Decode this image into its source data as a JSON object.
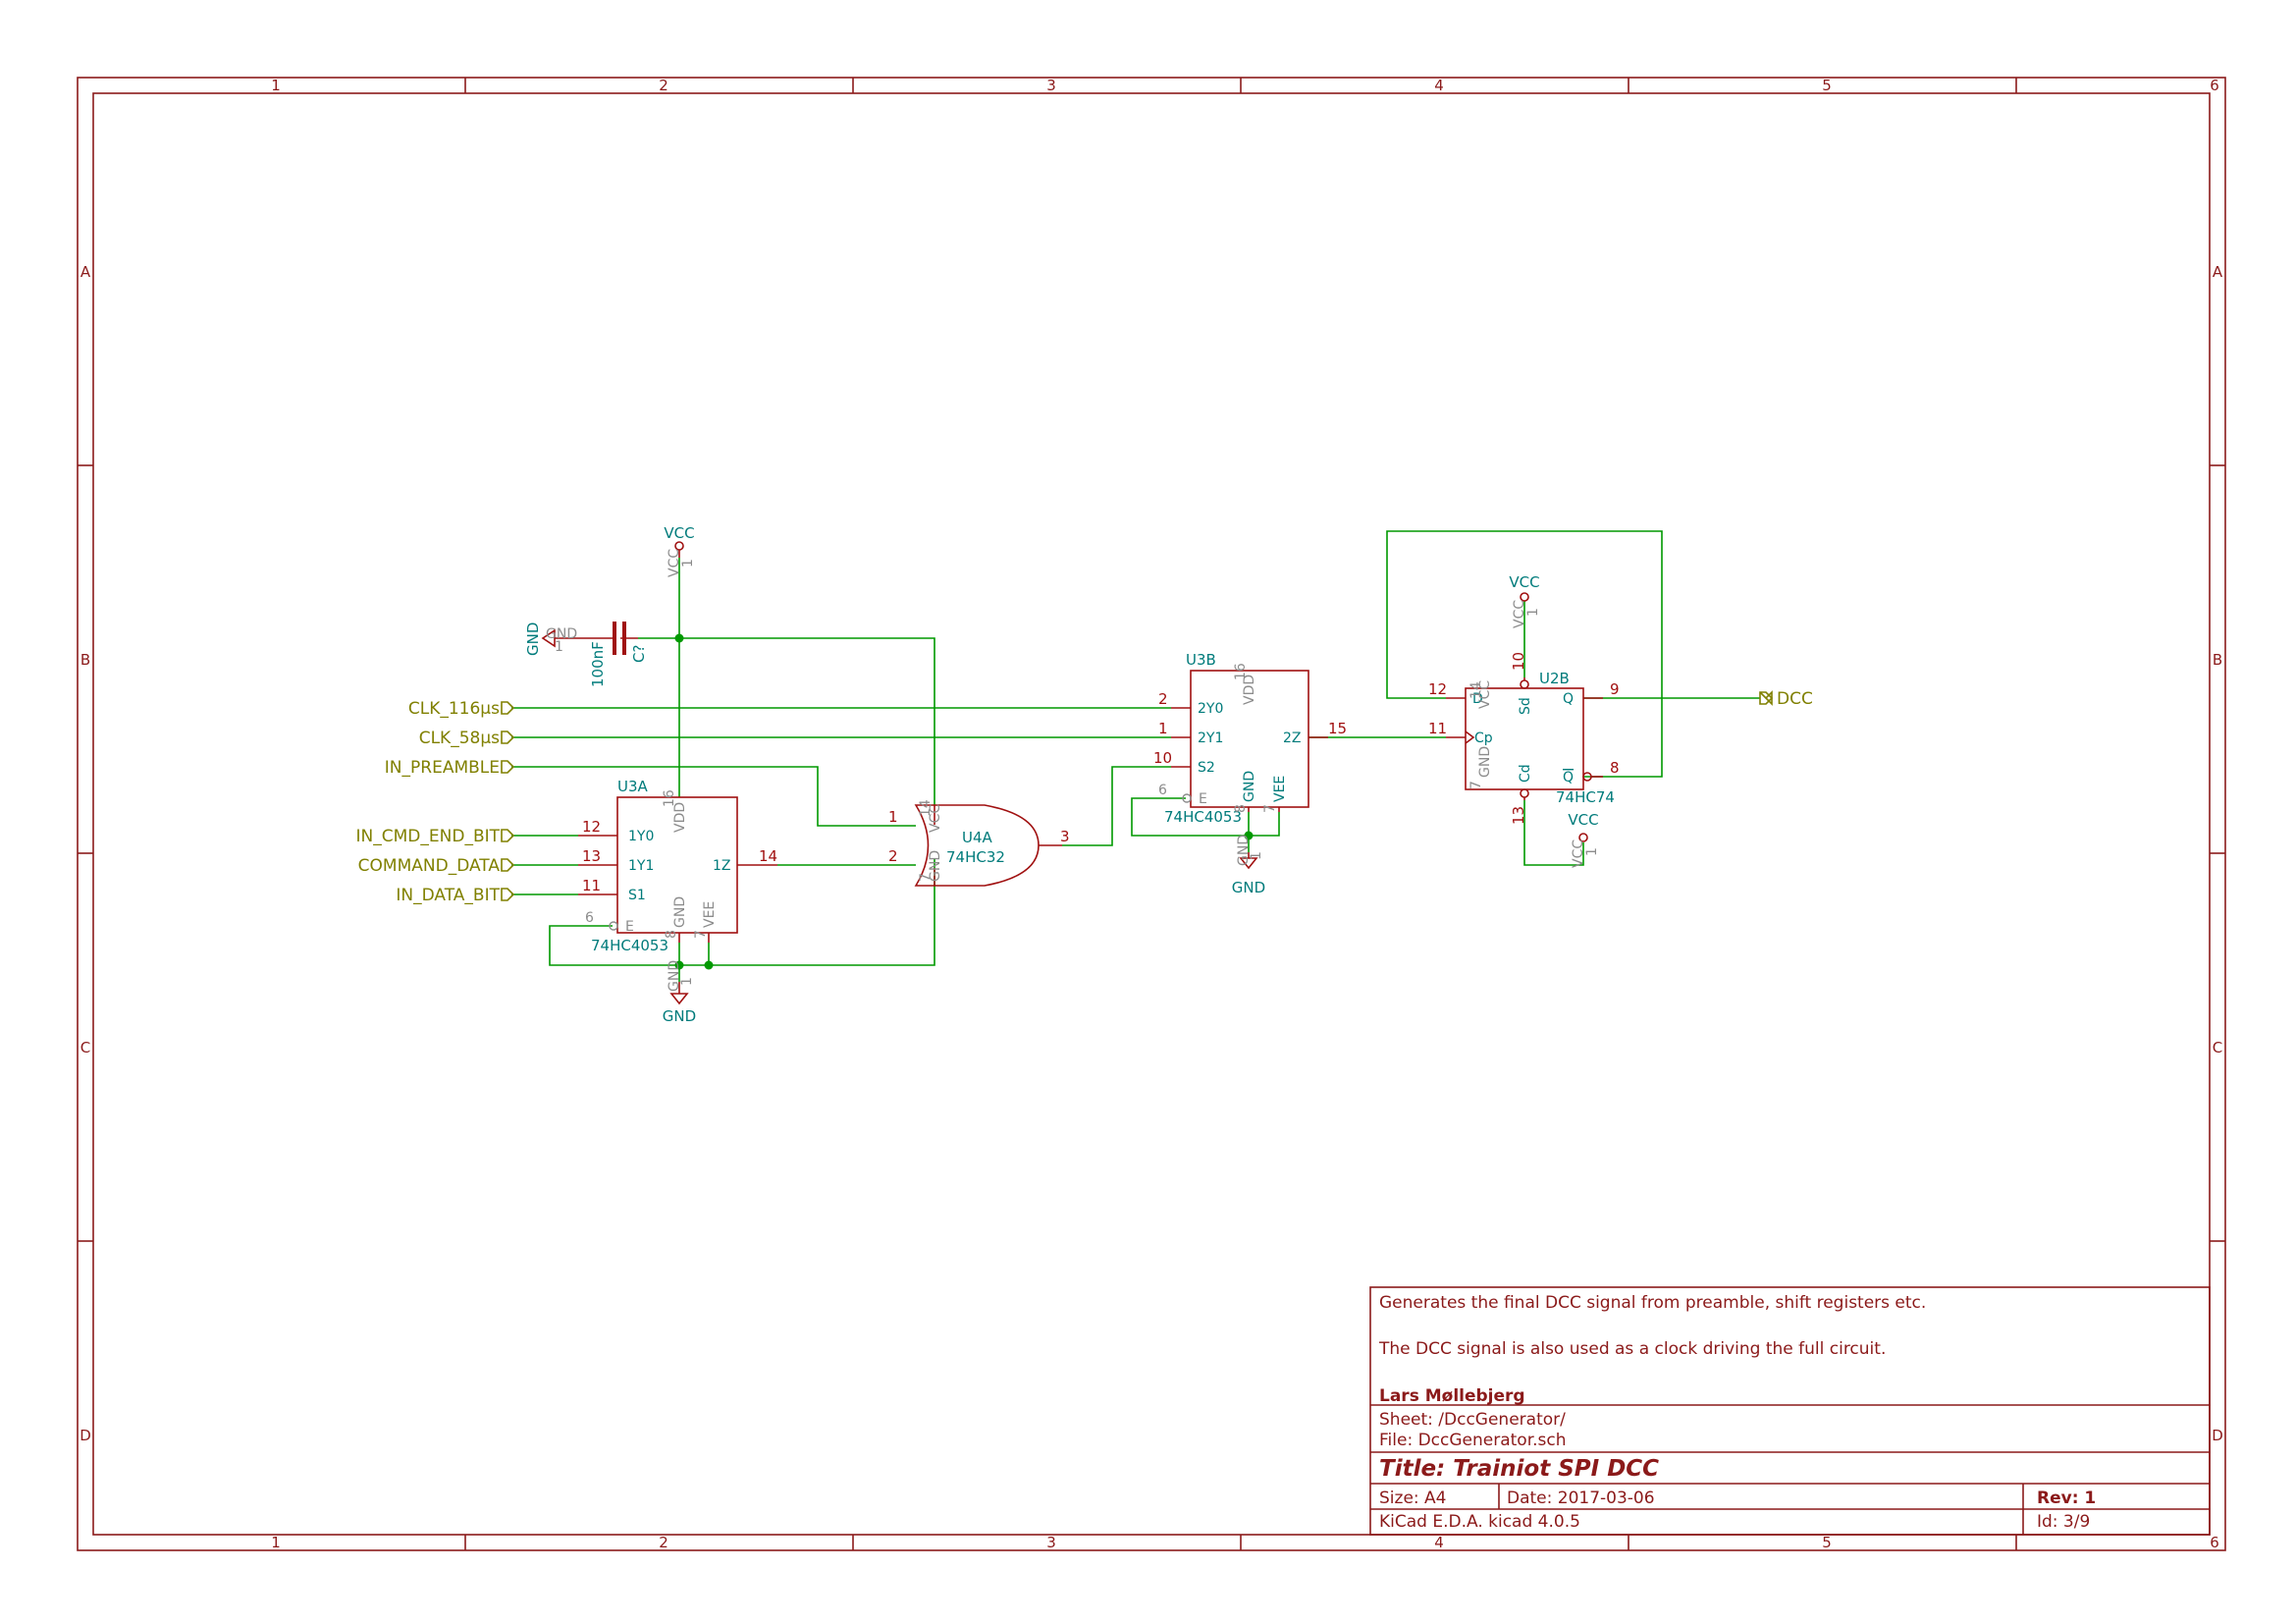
{
  "frame": {
    "col_labels": [
      "1",
      "2",
      "3",
      "4",
      "5",
      "6"
    ],
    "row_labels": [
      "A",
      "B",
      "C",
      "D"
    ]
  },
  "title_block": {
    "comment1": "Generates the final DCC signal from preamble, shift registers etc.",
    "comment2": "The DCC signal is also used as a clock driving the full circuit.",
    "company": "Lars Møllebjerg",
    "sheet": "Sheet: /DccGenerator/",
    "file": "File: DccGenerator.sch",
    "title": "Title: Trainiot SPI DCC",
    "size": "Size: A4",
    "date": "Date: 2017-03-06",
    "rev": "Rev: 1",
    "tool": "KiCad E.D.A.  kicad 4.0.5",
    "id": "Id: 3/9"
  },
  "labels": {
    "clk116": "CLK_116µs",
    "clk58": "CLK_58µs",
    "preamble": "IN_PREAMBLE",
    "cmd_end": "IN_CMD_END_BIT",
    "command_data": "COMMAND_DATA",
    "data_bit": "IN_DATA_BIT",
    "dcc": "DCC"
  },
  "power": {
    "vcc": "VCC",
    "gnd": "GND"
  },
  "components": {
    "cap": {
      "ref": "C?",
      "value": "100nF",
      "pin": "1"
    },
    "u3a": {
      "ref": "U3A",
      "value": "74HC4053",
      "pins": {
        "y0_num": "12",
        "y0": "1Y0",
        "y1_num": "13",
        "y1": "1Y1",
        "s_num": "11",
        "s": "S1",
        "z_num": "14",
        "z": "1Z",
        "e_num": "6",
        "e": "E",
        "vdd": "VDD",
        "vdd_num": "16",
        "gnd": "GND",
        "gnd_num": "8",
        "vee": "VEE",
        "vee_num": "7"
      }
    },
    "u3b": {
      "ref": "U3B",
      "value": "74HC4053",
      "pins": {
        "y0_num": "2",
        "y0": "2Y0",
        "y1_num": "1",
        "y1": "2Y1",
        "s_num": "10",
        "s": "S2",
        "z_num": "15",
        "z": "2Z",
        "e_num": "6",
        "e": "E",
        "vdd": "VDD",
        "vdd_num": "16",
        "gnd": "GND",
        "gnd_num": "8",
        "vee": "VEE",
        "vee_num": "7"
      }
    },
    "u4a": {
      "ref": "U4A",
      "value": "74HC32",
      "pins": {
        "a_num": "1",
        "b_num": "2",
        "out_num": "3",
        "vcc": "VCC",
        "vcc_num": "14",
        "gnd": "GND",
        "gnd_num": "7"
      }
    },
    "u2b": {
      "ref": "U2B",
      "value": "74HC74",
      "pins": {
        "d_num": "12",
        "d": "D",
        "cp_num": "11",
        "cp": "Cp",
        "q_num": "9",
        "q": "Q",
        "qb_num": "8",
        "qb": "Q",
        "sd_num": "10",
        "sd": "Sd",
        "cd_num": "13",
        "cd": "Cd",
        "vcc": "VCC",
        "vcc_num": "14",
        "gnd": "GND",
        "gnd_num": "7"
      }
    }
  },
  "colors": {
    "frame": "#8b1a1a",
    "wire": "#009900",
    "component": "#a01010",
    "pin_text": "#007b7b",
    "label": "#808000"
  }
}
